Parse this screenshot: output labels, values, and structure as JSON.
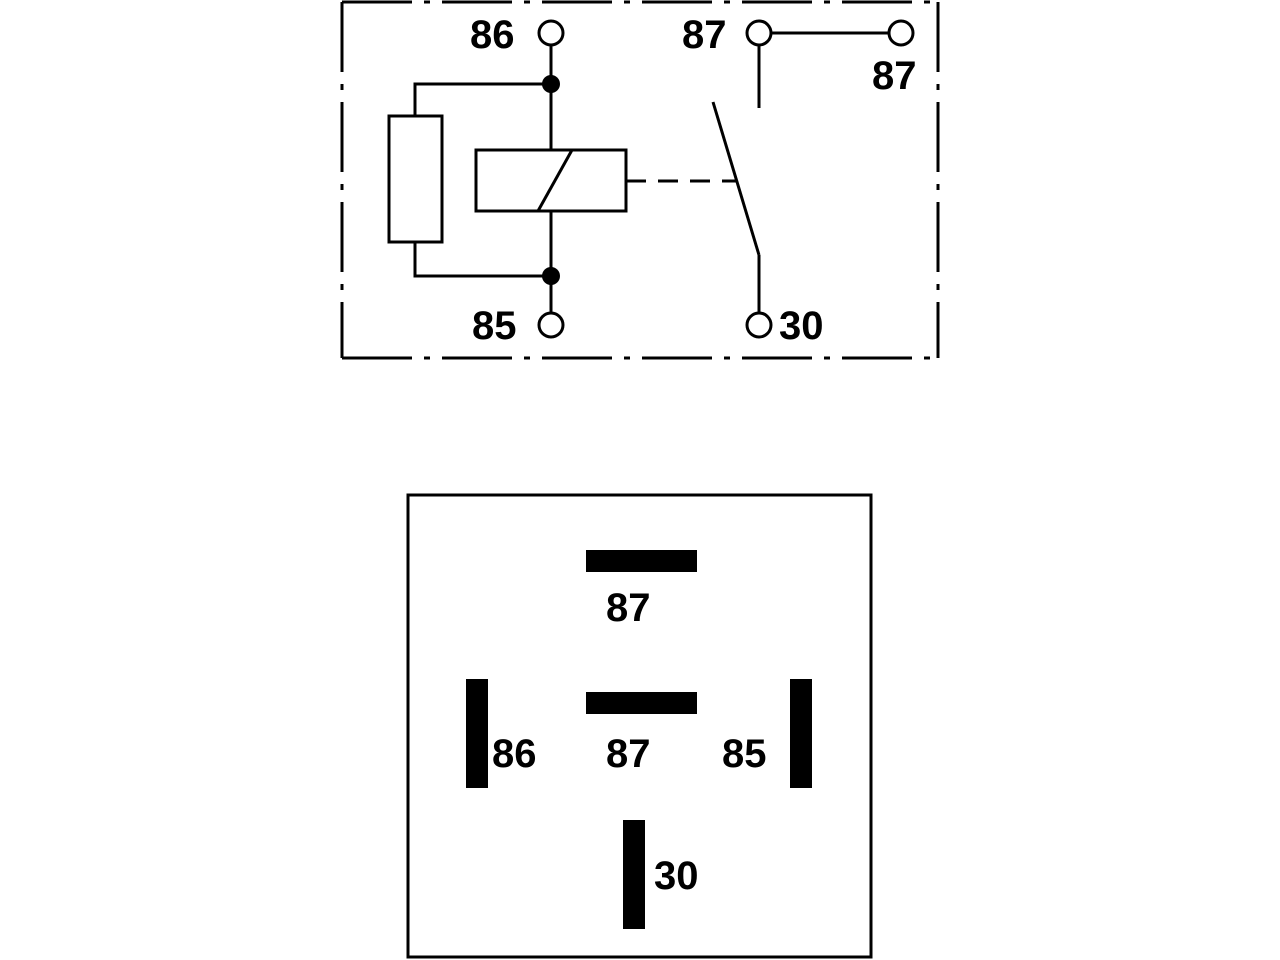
{
  "schematic": {
    "pins": {
      "p86": "86",
      "p87a": "87",
      "p87b": "87",
      "p85": "85",
      "p30": "30"
    }
  },
  "footprint": {
    "pins": {
      "top87": "87",
      "mid87": "87",
      "p86": "86",
      "p85": "85",
      "p30": "30"
    }
  },
  "colors": {
    "ink": "#000000",
    "background": "#ffffff"
  }
}
